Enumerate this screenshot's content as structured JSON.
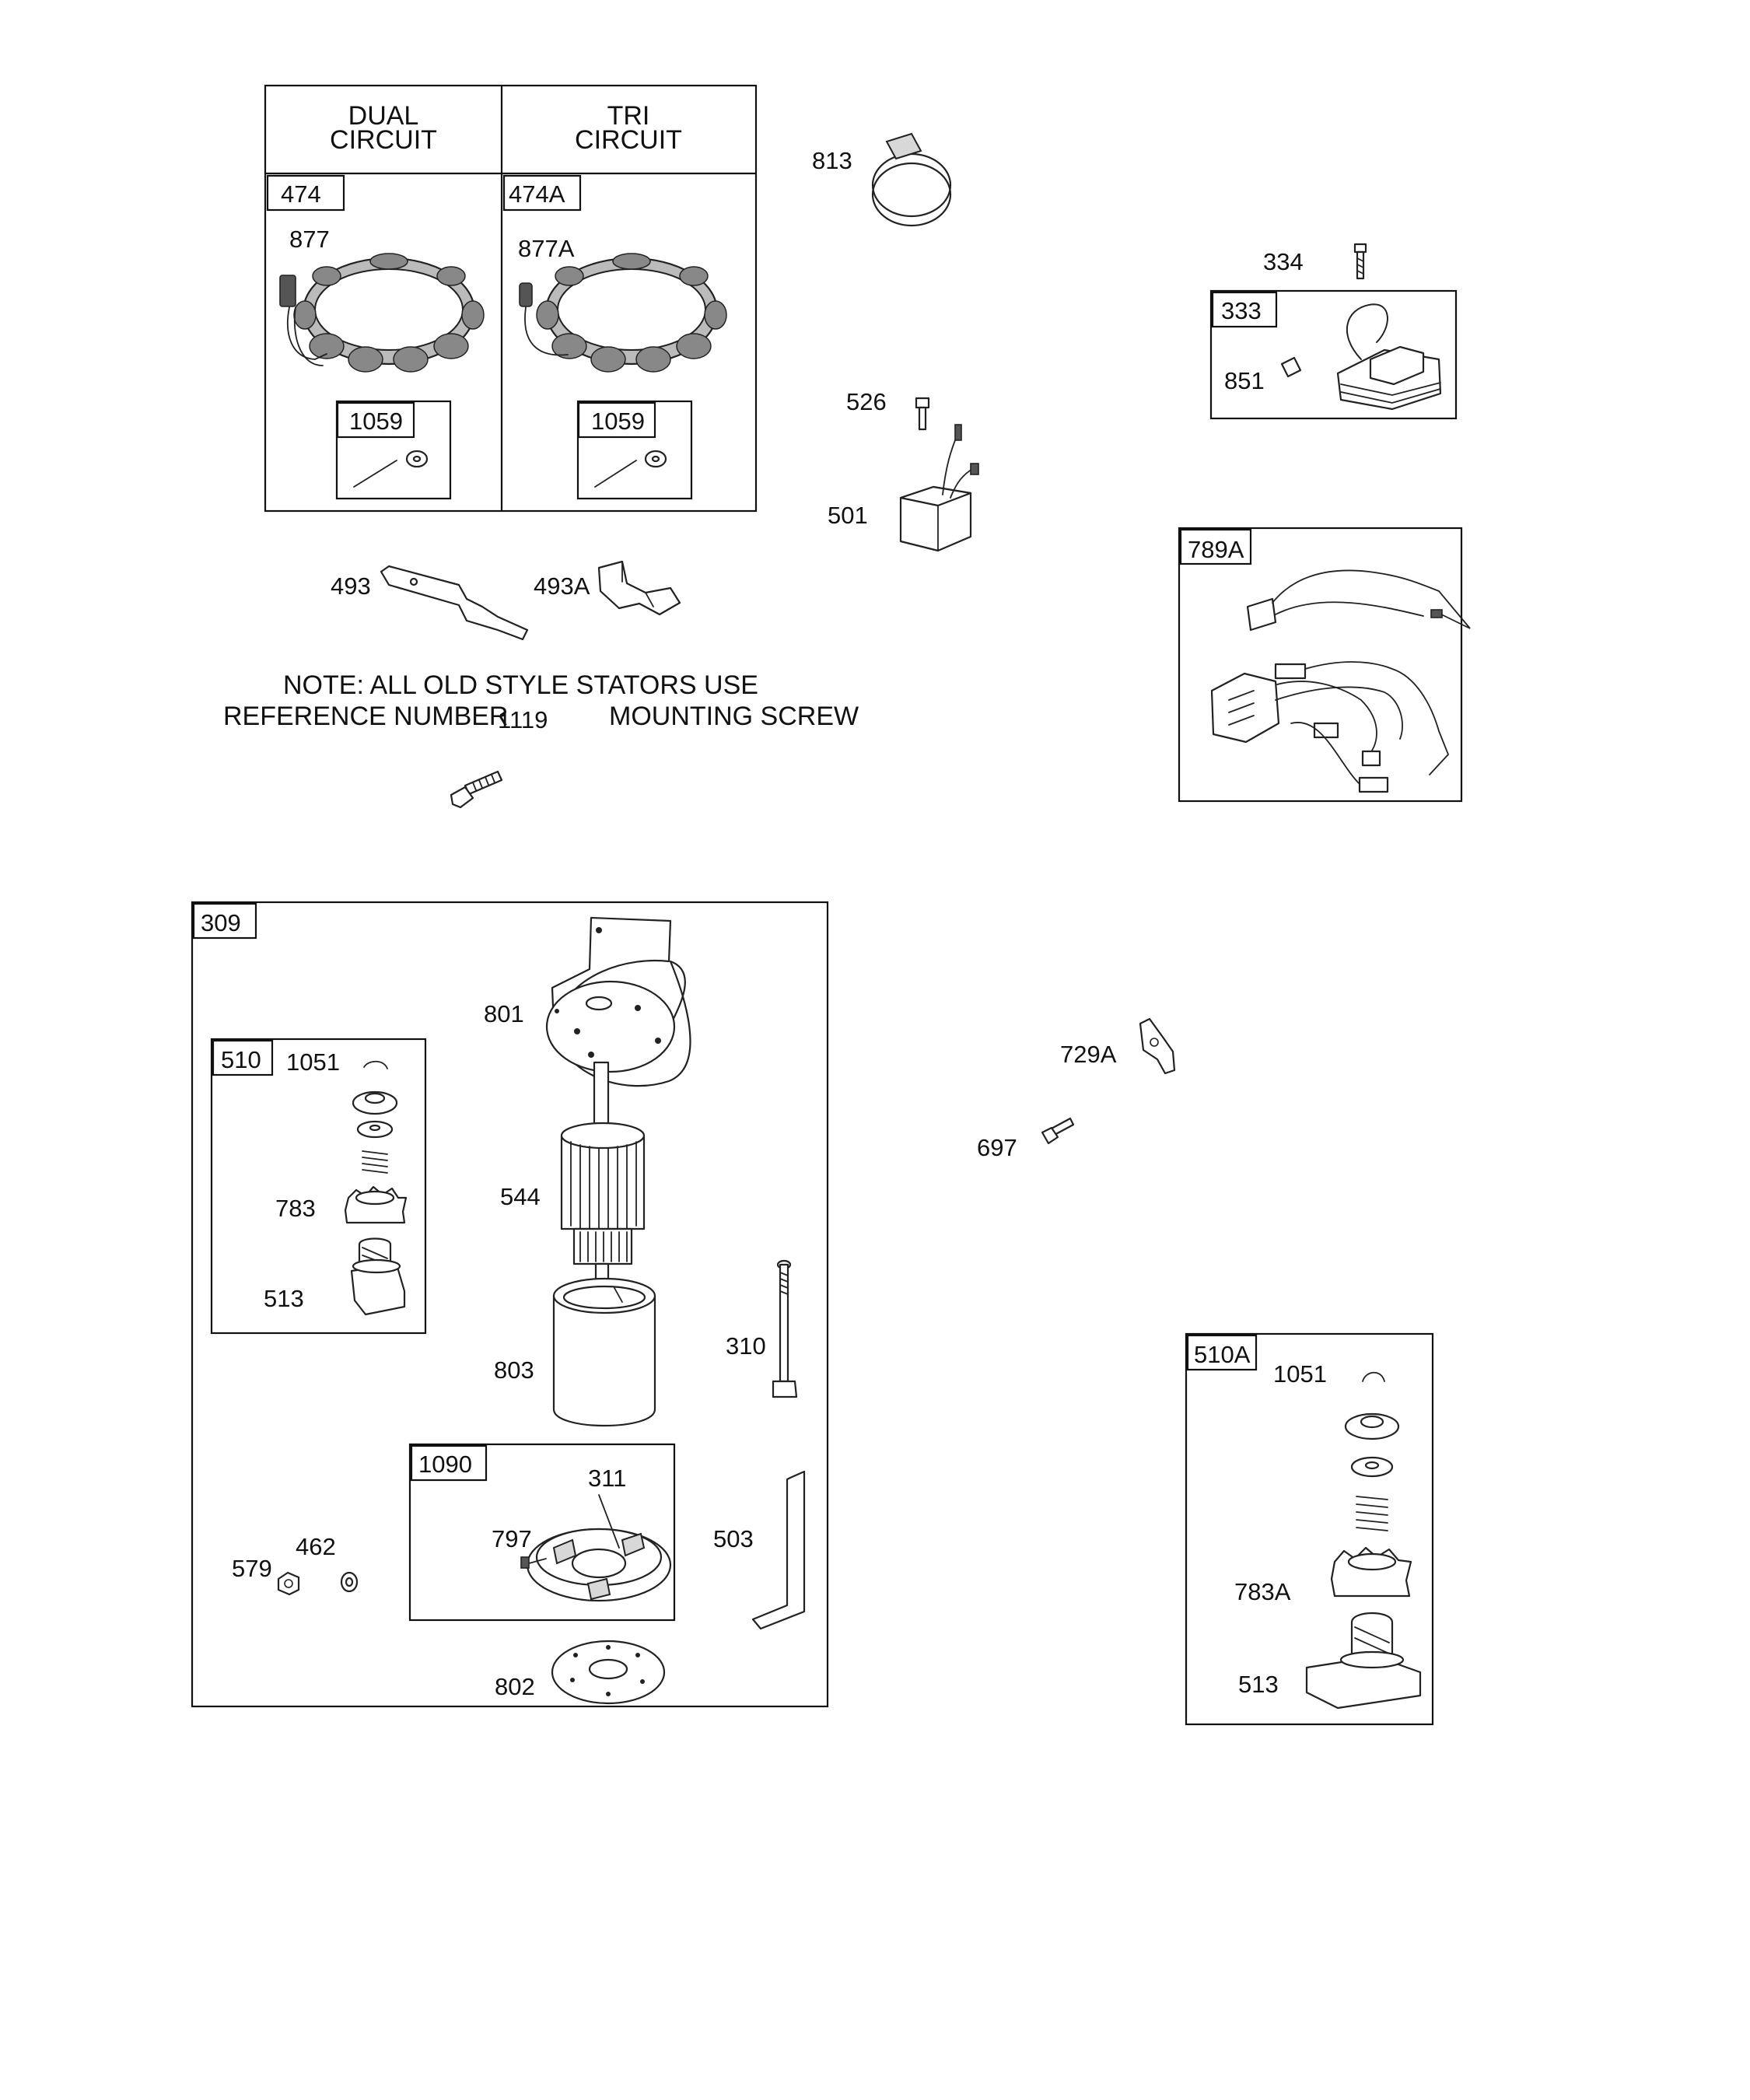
{
  "stator_table": {
    "col1_header_line1": "DUAL",
    "col1_header_line2": "CIRCUIT",
    "col2_header_line1": "TRI",
    "col2_header_line2": "CIRCUIT",
    "col1_ref": "474",
    "col2_ref": "474A",
    "col1_stator": "877",
    "col2_stator": "877A",
    "col1_kit": "1059",
    "col2_kit": "1059"
  },
  "note": {
    "line1": "NOTE: ALL OLD STYLE STATORS USE",
    "line2_a": "REFERENCE NUMBER",
    "line2_ref": "1119",
    "line2_b": "MOUNTING SCREW"
  },
  "labels": {
    "p493": "493",
    "p493a": "493A",
    "p813": "813",
    "p526": "526",
    "p501": "501",
    "p334": "334",
    "p851": "851",
    "p729a": "729A",
    "p697": "697"
  },
  "boxes": {
    "b333": "333",
    "b789a": "789A",
    "b309": "309",
    "b510": "510",
    "b1090": "1090",
    "b510a": "510A"
  },
  "starter": {
    "p801": "801",
    "p544": "544",
    "p803": "803",
    "p310": "310",
    "p311": "311",
    "p797": "797",
    "p503": "503",
    "p579": "579",
    "p462": "462",
    "p802": "802"
  },
  "drive510": {
    "p1051": "1051",
    "p783": "783",
    "p513": "513"
  },
  "drive510a": {
    "p1051": "1051",
    "p783a": "783A",
    "p513": "513"
  }
}
